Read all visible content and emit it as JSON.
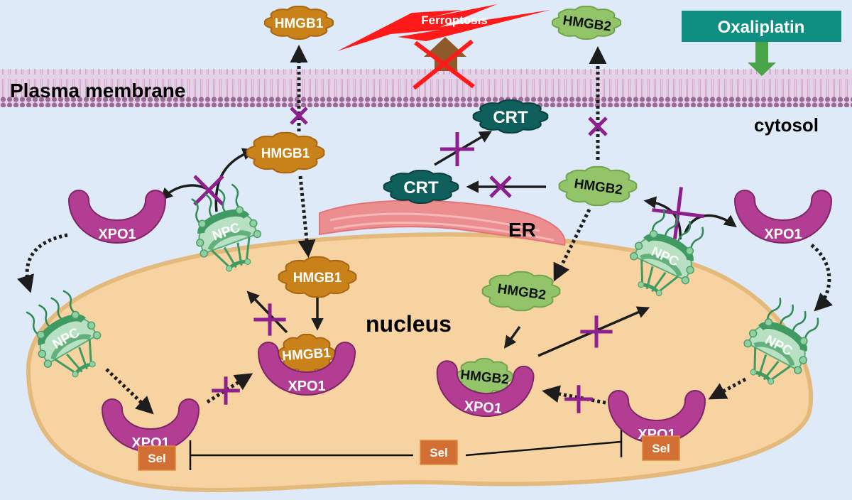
{
  "colors": {
    "background": "#deeaf7",
    "membrane_head": "#9b6a97",
    "membrane_tail": "#c98cc2",
    "nucleus_fill": "#f7d3a1",
    "nucleus_border": "#e3b97c",
    "hmgb1": "#c9821a",
    "hmgb2": "#93c46a",
    "crt": "#0f5f5c",
    "xpo1": "#b33d92",
    "npc": "#3f9b62",
    "er": "#e8868a",
    "inhibit_cross": "#8e1f8e",
    "ferroptosis": "#ff1a1a",
    "oxaliplatin_box": "#0f8f82",
    "oxaliplatin_arrow": "#4aa44a",
    "sel": "#d26f34"
  },
  "regions": {
    "plasma_membrane": "Plasma membrane",
    "cytosol": "cytosol",
    "nucleus": "nucleus",
    "er": "ER"
  },
  "drug": {
    "label": "Oxaliplatin"
  },
  "ferroptosis": {
    "label": "Ferroptosis"
  },
  "molecules": {
    "hmgb1": "HMGB1",
    "hmgb2": "HMGB2",
    "crt": "CRT",
    "xpo1": "XPO1",
    "npc": "NPC",
    "sel": "Sel"
  }
}
